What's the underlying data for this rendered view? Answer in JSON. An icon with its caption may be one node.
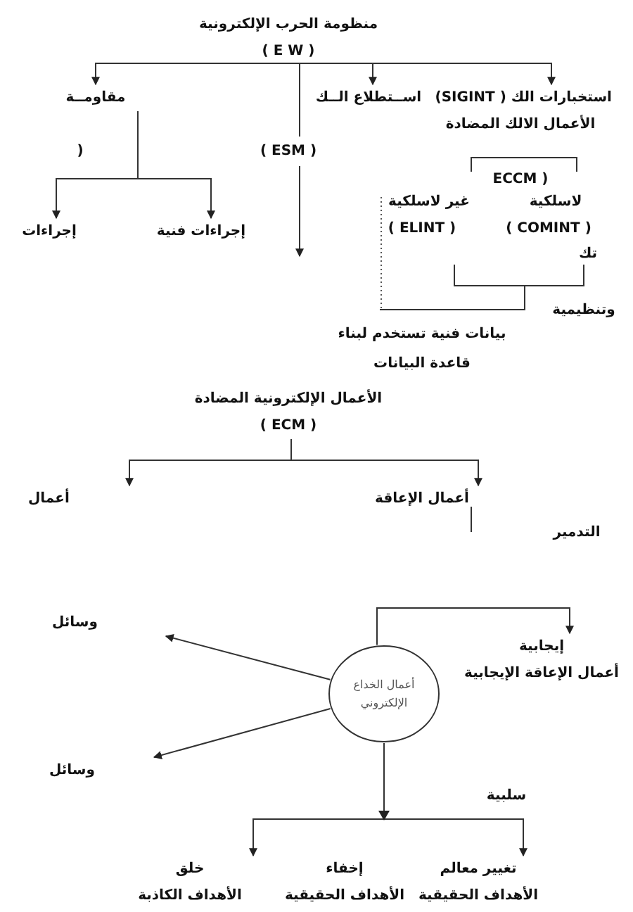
{
  "diagram": {
    "nodes": [
      {
        "text": [
          "منظومة الحرب الإلكترونية",
          "( E W )"
        ]
      },
      {
        "text": [
          "مقاومــة"
        ]
      },
      {
        "text": [
          "اســتطلاع الــك"
        ]
      },
      {
        "text": [
          "استخبارات الك ( SIGINT)"
        ]
      },
      {
        "text": [
          "إجراءات فنية"
        ]
      },
      {
        "text": [
          "إجراءات"
        ]
      },
      {
        "text": [
          "الأعمال الإلكترونية المضادة",
          "( ECM )"
        ]
      },
      {
        "text": [
          "أعمال"
        ]
      },
      {
        "text": [
          "أعمال الإعاقة"
        ]
      },
      {
        "text": [
          "إيجابية",
          "أعمال الإعاقة الإيجابية"
        ]
      },
      {
        "text": [
          "أعمال الخداع الإلكتروني"
        ]
      },
      {
        "text": [
          "وسائل"
        ]
      },
      {
        "text": [
          "وسائل"
        ]
      },
      {
        "text": [
          "تغيير معالم",
          "الأهداف الحقيقية"
        ]
      },
      {
        "text": [
          "إخفاء",
          "الأهداف الحقيقية"
        ]
      },
      {
        "text": [
          "خلق",
          "الأهداف الكاذبة"
        ]
      }
    ],
    "edges": [
      {
        "from": 0,
        "to": 1,
        "arrow": "to"
      },
      {
        "from": 0,
        "to": 2,
        "arrow": "to"
      },
      {
        "from": 0,
        "to": 3,
        "arrow": "to"
      },
      {
        "from": 0,
        "to": null,
        "arrow": "to"
      },
      {
        "from": 1,
        "to": 4,
        "arrow": "to"
      },
      {
        "from": 1,
        "to": 5,
        "arrow": "to"
      },
      {
        "from": 6,
        "to": 8,
        "arrow": "to"
      },
      {
        "from": 6,
        "to": 7,
        "arrow": "to"
      },
      {
        "from": 10,
        "to": 9,
        "arrow": "to"
      },
      {
        "from": 10,
        "to": 11,
        "arrow": "to"
      },
      {
        "from": 10,
        "to": 12,
        "arrow": "to"
      },
      {
        "from": 10,
        "to": 13,
        "arrow": "to"
      },
      {
        "from": 10,
        "to": 15,
        "arrow": "to"
      }
    ],
    "labels": [
      "الأعمال الالك المضادة",
      "( ESM )",
      "(",
      "( ECCM",
      "لاسلكية",
      "غير لاسلكية",
      "( COMINT )",
      "( ELINT )",
      "تك",
      "وتنظيمية",
      "بيانات فنية تستخدم لبناء قاعدة البيانات",
      "التدمير",
      "سلبية"
    ]
  }
}
